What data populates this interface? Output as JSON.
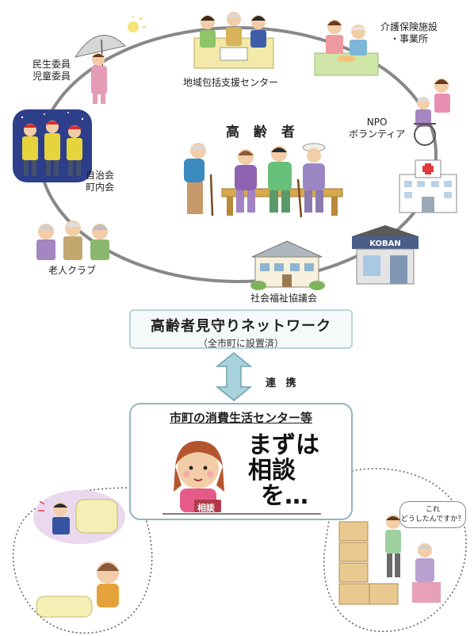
{
  "center_label": "高 齢 者",
  "surrounding": {
    "minsei": [
      "民生委員",
      "児童委員"
    ],
    "chiiki_center": "地域包括支援センター",
    "kaigo": [
      "介護保険施設",
      "・事業所"
    ],
    "npo": [
      "NPO",
      "ボランティア"
    ],
    "jichikai": [
      "自治会",
      "町内会"
    ],
    "roujin_club": "老人クラブ",
    "shakai_fukushi": "社会福祉協議会",
    "koban_sign": "KOBAN"
  },
  "network": {
    "title": "高齢者見守りネットワーク",
    "subtitle": "（全市町に設置済）"
  },
  "renkei": "連 携",
  "consumer_center": {
    "title": "市町の消費生活センター等",
    "speech_lines": [
      "まずは",
      "相談",
      "を…"
    ],
    "badge": "相談"
  },
  "bubble_right": {
    "speech": [
      "これ",
      "どうしたんですか？"
    ]
  },
  "colors": {
    "ring": "#888888",
    "box_border": "#8fb7bf",
    "arrow_fill": "#a9d3dc",
    "arrow_stroke": "#6fa3ae"
  }
}
